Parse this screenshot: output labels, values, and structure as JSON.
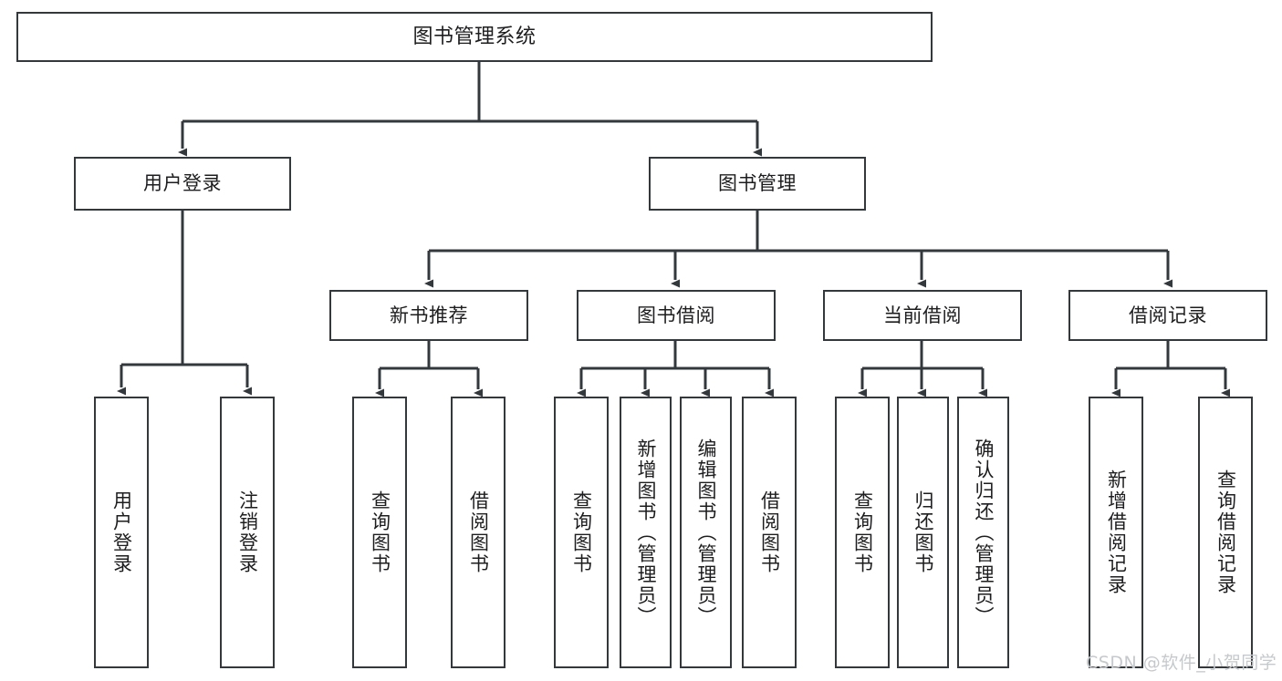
{
  "diagram": {
    "title": "图书管理系统",
    "type": "tree-hierarchy-chart",
    "watermark": "CSDN @软件_小贺同学",
    "colors": {
      "box_border": "#33383d",
      "box_fill": "#ffffff",
      "line": "#33383d",
      "text": "#1d1d1f",
      "watermark": "#c6c9cc",
      "background": "#ffffff"
    },
    "nodes": {
      "root": {
        "label": "图书管理系统"
      },
      "level1": [
        {
          "id": "user-login",
          "label": "用户登录"
        },
        {
          "id": "book-manage",
          "label": "图书管理"
        }
      ],
      "level2": [
        {
          "id": "new-book-recommend",
          "label": "新书推荐",
          "parent": "book-manage"
        },
        {
          "id": "book-borrow",
          "label": "图书借阅",
          "parent": "book-manage"
        },
        {
          "id": "current-borrow",
          "label": "当前借阅",
          "parent": "book-manage"
        },
        {
          "id": "borrow-record",
          "label": "借阅记录",
          "parent": "book-manage"
        }
      ],
      "leaves": [
        {
          "id": "leaf-user-login",
          "label": "用户登录",
          "parent": "user-login"
        },
        {
          "id": "leaf-logout-login",
          "label": "注销登录",
          "parent": "user-login"
        },
        {
          "id": "leaf-query-book-1",
          "label": "查询图书",
          "parent": "new-book-recommend"
        },
        {
          "id": "leaf-borrow-book-1",
          "label": "借阅图书",
          "parent": "new-book-recommend"
        },
        {
          "id": "leaf-query-book-2",
          "label": "查询图书",
          "parent": "book-borrow"
        },
        {
          "id": "leaf-add-book",
          "label": "新增图书（管理员）",
          "parent": "book-borrow"
        },
        {
          "id": "leaf-edit-book",
          "label": "编辑图书（管理员）",
          "parent": "book-borrow"
        },
        {
          "id": "leaf-borrow-book-2",
          "label": "借阅图书",
          "parent": "book-borrow"
        },
        {
          "id": "leaf-query-book-3",
          "label": "查询图书",
          "parent": "current-borrow"
        },
        {
          "id": "leaf-return-book",
          "label": "归还图书",
          "parent": "current-borrow"
        },
        {
          "id": "leaf-confirm-return",
          "label": "确认归还（管理员）",
          "parent": "current-borrow"
        },
        {
          "id": "leaf-add-record",
          "label": "新增借阅记录",
          "parent": "borrow-record"
        },
        {
          "id": "leaf-query-record",
          "label": "查询借阅记录",
          "parent": "borrow-record"
        }
      ]
    }
  }
}
